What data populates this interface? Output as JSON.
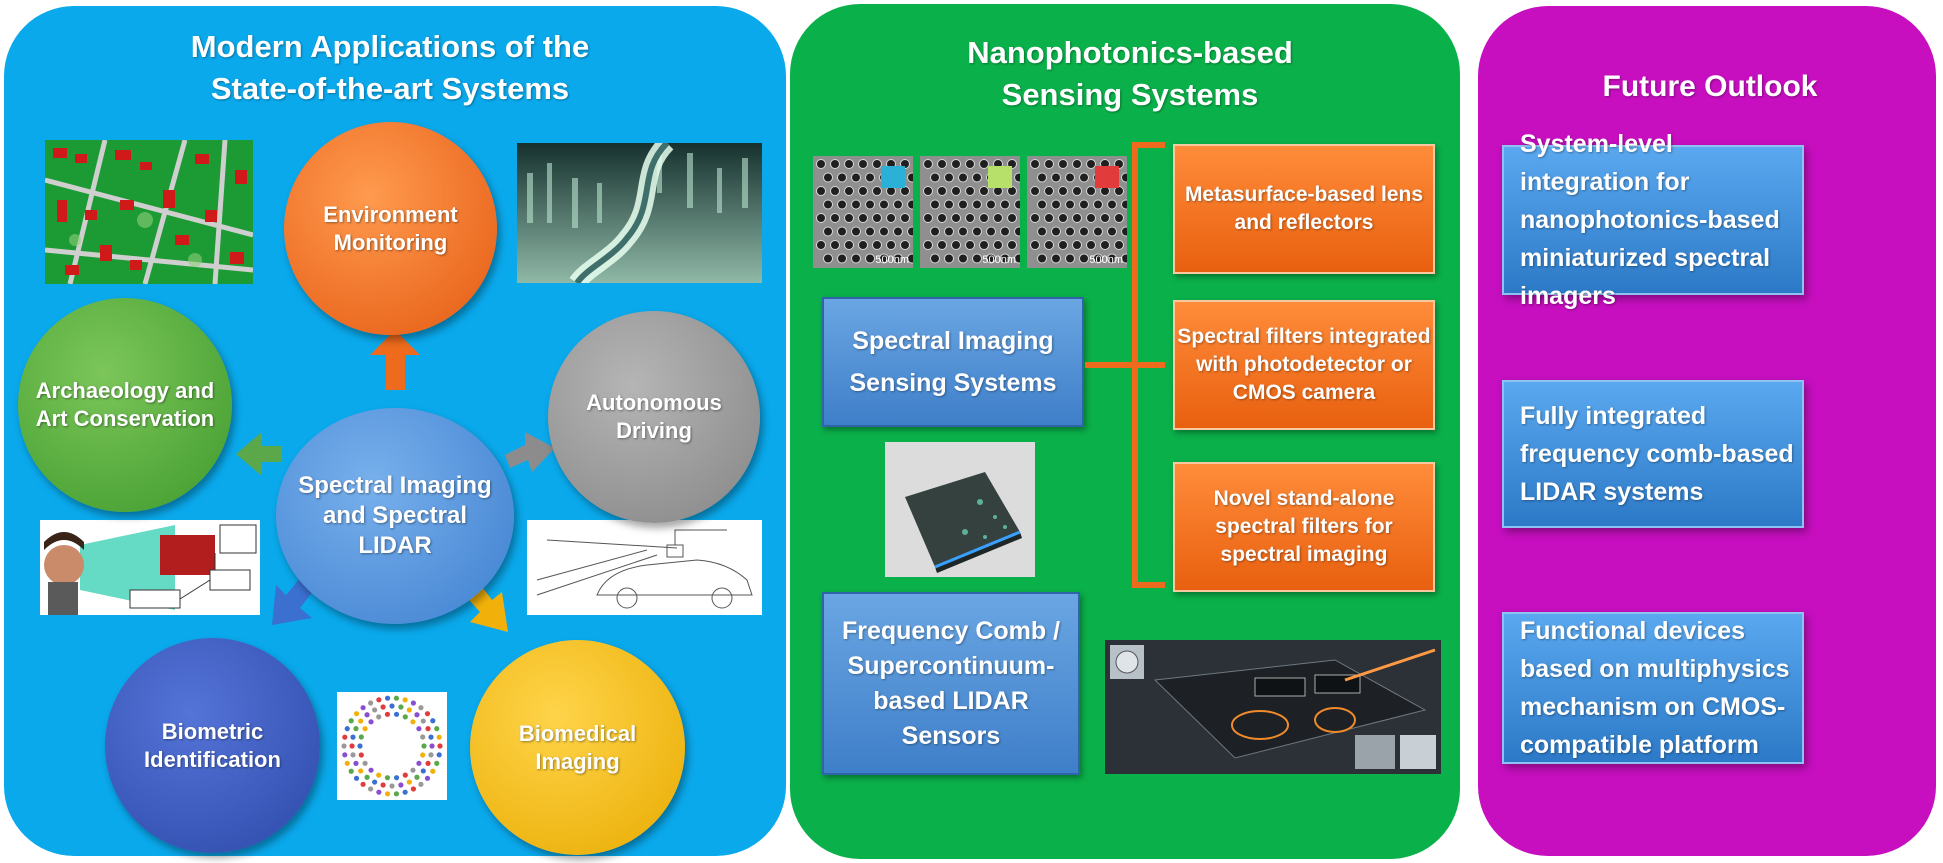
{
  "left_panel": {
    "title": "Modern Applications of the\nState-of-the-art Systems",
    "center": "Spectral Imaging and Spectral LIDAR",
    "apps": {
      "environment": "Environment Monitoring",
      "autonomous": "Autonomous Driving",
      "archaeology": "Archaeology and Art Conservation",
      "biometric": "Biometric Identification",
      "biomedical": "Biomedical Imaging"
    }
  },
  "middle_panel": {
    "title": "Nanophotonics-based\nSensing  Systems",
    "sem_scale": [
      "500nm",
      "500nm",
      "500nm"
    ],
    "spectral_box": "Spectral Imaging Sensing Systems",
    "comb_box": "Frequency Comb / Supercontinuum-based LIDAR Sensors",
    "branches": [
      "Metasurface-based lens and reflectors",
      "Spectral filters integrated with photodetector or CMOS camera",
      "Novel stand-alone spectral filters for spectral imaging"
    ]
  },
  "right_panel": {
    "title": "Future Outlook",
    "items": [
      "System-level integration for nanophotonics-based miniaturized spectral imagers",
      "Fully integrated frequency comb-based LIDAR systems",
      "Functional devices based on multiphysics mechanism on CMOS-compatible platform"
    ]
  },
  "colors": {
    "left_panel": "#0aa9ec",
    "middle_panel": "#0ab14a",
    "right_panel": "#c70fc0",
    "orange": "#ee6a1c",
    "sem_swatches": [
      "#2bb0d8",
      "#b6e06a",
      "#e23b3b"
    ]
  }
}
